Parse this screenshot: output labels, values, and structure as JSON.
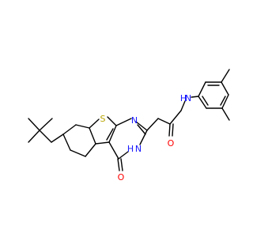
{
  "molecule": {
    "atom_labels": {
      "sulfur": "S",
      "pyrimidine_n": "N",
      "ring_nh": "H",
      "ring_n": "N",
      "ketone_o": "O",
      "amide_o": "O",
      "amide_nh": "H",
      "amide_n": "N"
    },
    "colors": {
      "bond": "#000000",
      "sulfur": "#b8a400",
      "nitrogen": "#1a1aff",
      "oxygen": "#ff0000"
    }
  }
}
